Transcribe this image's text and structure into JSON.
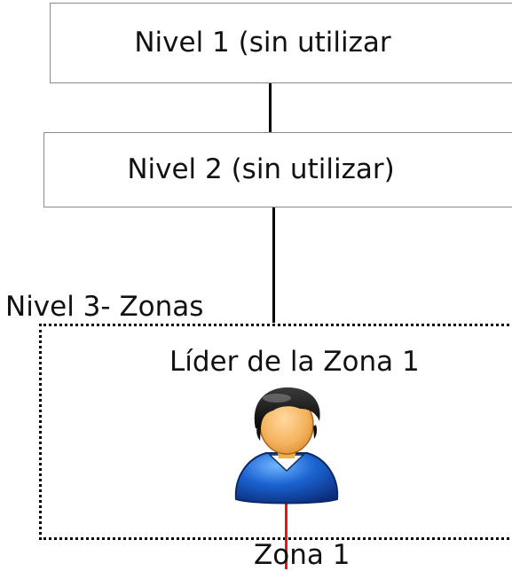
{
  "levels": {
    "level1_label": "Nivel 1 (sin utilizar",
    "level2_label": "Nivel 2 (sin utilizar)",
    "level3_label": "Nivel 3- Zonas"
  },
  "zone": {
    "leader_label": "Líder de la Zona 1",
    "zone_label": "Zona 1",
    "person_icon": "person-icon"
  },
  "colors": {
    "connector": "#000000",
    "zone_connector": "#e01818",
    "box_border": "#8a8a8a",
    "frame_border": "#000000"
  }
}
